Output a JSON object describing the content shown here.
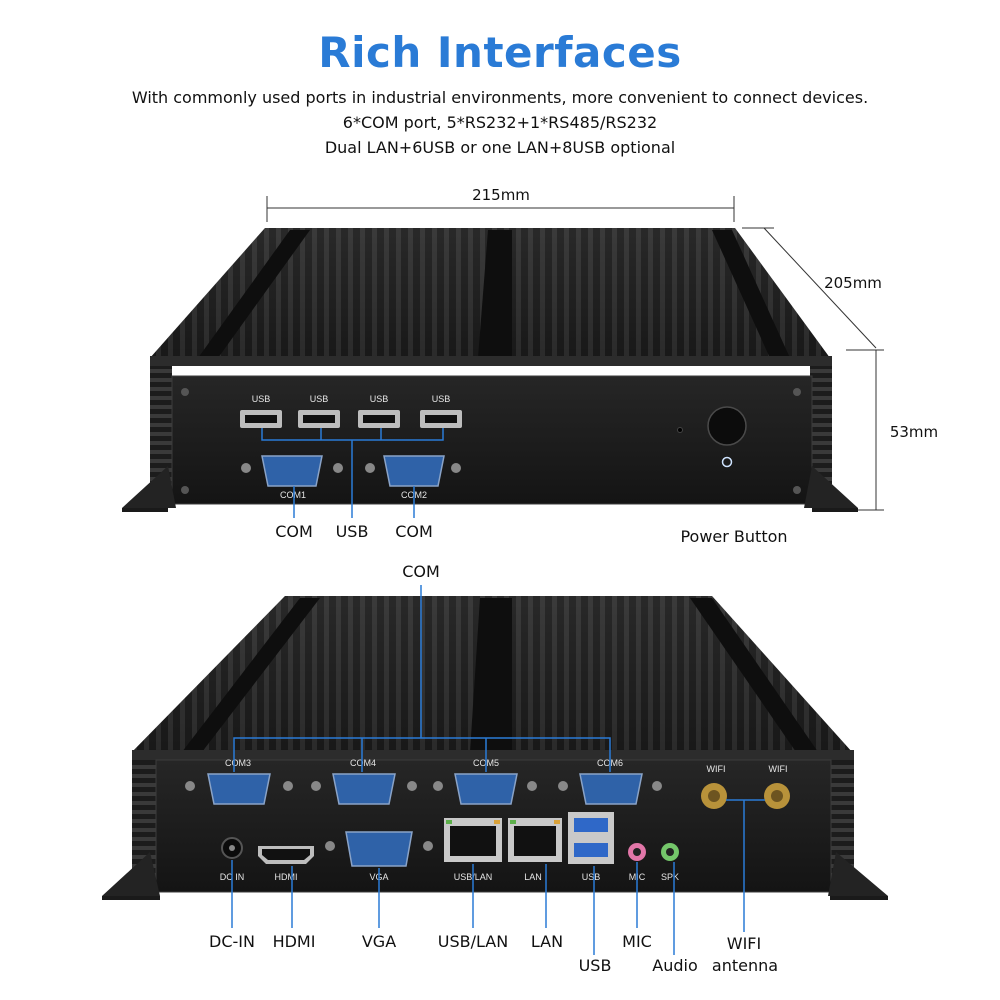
{
  "header": {
    "title": "Rich Interfaces",
    "lines": [
      "With commonly used ports in industrial environments, more convenient to connect devices.",
      "6*COM port, 5*RS232+1*RS485/RS232",
      "Dual LAN+6USB or one LAN+8USB optional"
    ]
  },
  "dimensions": {
    "width": "215mm",
    "depth": "205mm",
    "height": "53mm"
  },
  "front_panel": {
    "port_labels": [
      "USB",
      "USB",
      "USB",
      "USB",
      "COM1",
      "COM2"
    ],
    "callouts": {
      "com_left": "COM",
      "usb": "USB",
      "com_right": "COM",
      "power": "Power Button"
    }
  },
  "rear_panel": {
    "port_labels": {
      "com3": "COM3",
      "com4": "COM4",
      "com5": "COM5",
      "com6": "COM6",
      "wifi_left": "WIFI",
      "wifi_right": "WIFI",
      "dcin": "DC IN",
      "hdmi": "HDMI",
      "vga": "VGA",
      "usblan": "USB/LAN",
      "lan": "LAN",
      "usb": "USB",
      "mic": "MIC",
      "spk": "SPK"
    },
    "callouts": {
      "com_top": "COM",
      "dcin": "DC-IN",
      "hdmi": "HDMI",
      "vga": "VGA",
      "usblan": "USB/LAN",
      "lan": "LAN",
      "mic": "MIC",
      "wifi_line1": "WIFI",
      "wifi_line2": "antenna",
      "usb": "USB",
      "audio": "Audio"
    }
  },
  "colors": {
    "title": "#2a7bd6",
    "callout_line": "#2a7bd6",
    "chassis": "#1b1b1b"
  }
}
